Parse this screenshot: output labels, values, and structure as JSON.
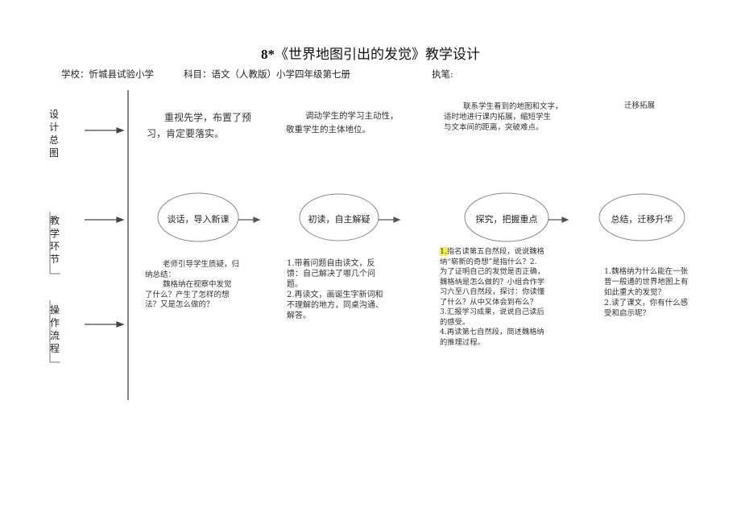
{
  "title": {
    "number": "8*",
    "text": "《世界地图引出的发觉》教学设计"
  },
  "meta": {
    "school": "学校：忻城县试验小学",
    "subject": "科目：语文（人教版）小学四年级第七册",
    "author": "执笔:"
  },
  "row_labels": {
    "design": [
      "设",
      "计",
      "总",
      "图"
    ],
    "steps": [
      "教",
      "学",
      "环",
      "节"
    ],
    "flow": [
      "操",
      "作",
      "流",
      "程"
    ]
  },
  "design": [
    [
      "重视先学，布置了预",
      "习，肯定要落实。"
    ],
    [
      "调动学生的学习主动性，",
      "敬重学生的主体地位。"
    ],
    [
      "联系学生看到的地图和文字，",
      "适时地进行课内拓展，缩短学生",
      "与文本间的距离，突破难点。"
    ],
    [
      "迁移拓展"
    ]
  ],
  "stages": [
    "谈话，导入新课",
    "初读，自主解疑",
    "探究，把握重点",
    "总结，迁移升华"
  ],
  "flow": {
    "col1": [
      "老师引导学生质疑，归",
      "纳总结：",
      "魏格纳在视察中发觉",
      "了什么？产生了怎样的想",
      "法？又是怎么做的？"
    ],
    "col2": [
      "1.带着问题自由读文，反",
      "馈：自己解决了哪几个问",
      "题。",
      "2.再读文，画诞生字新词和",
      "不理解的地方，同桌沟通、",
      "解答。"
    ],
    "col3_first_num": "1.",
    "col3_first_rest": "指名读第五自然段，说说魏格",
    "col3": [
      "纳“崭新的奇想”是指什么？2.",
      "为了证明自己的发觉是否正确，",
      "魏格纳是怎么做的？小组合作学",
      "习六至八自然段，探讨：你读懂",
      "了什么？从中又体会到布么？",
      "3.汇报学习成果，说说自己读后",
      "的感受。",
      "4.再读第七自然段，简述魏格纳",
      "的推理过程。"
    ],
    "col4": [
      "1.魏格纳为什么能在一张",
      "普一般通的世界地图上有",
      "如此重大的发觉？",
      "2.读了课文，你有什么感",
      "受和启示呢？"
    ]
  }
}
